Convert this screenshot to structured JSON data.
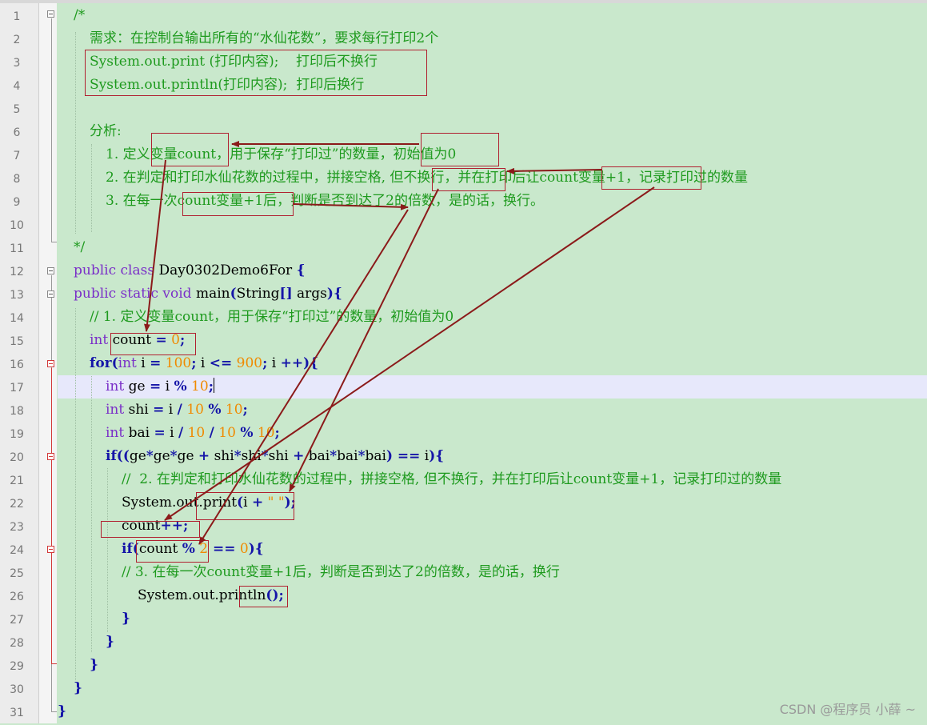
{
  "editor": {
    "lines": [
      {
        "no": "1",
        "text": "/*"
      },
      {
        "no": "2",
        "text": "需求：在控制台输出所有的“水仙花数”，要求每行打印2个"
      },
      {
        "no": "3",
        "text": "System.out.print (打印内容);    打印后不换行"
      },
      {
        "no": "4",
        "text": "System.out.println(打印内容);  打印后换行"
      },
      {
        "no": "5",
        "text": ""
      },
      {
        "no": "6",
        "text": "分析:"
      },
      {
        "no": "7",
        "text": "1. 定义变量count，用于保存“打印过”的数量，初始值为0"
      },
      {
        "no": "8",
        "text": "2. 在判定和打印水仙花数的过程中，拼接空格, 但不换行，并在打印后让count变量+1，记录打印过的数量"
      },
      {
        "no": "9",
        "text": "3. 在每一次count变量+1后，判断是否到达了2的倍数，是的话，换行。"
      },
      {
        "no": "10",
        "text": ""
      },
      {
        "no": "11",
        "text": "*/"
      },
      {
        "no": "12",
        "k1": "public class",
        "t1": " Day0302Demo6For ",
        "p1": "{"
      },
      {
        "no": "13",
        "k1": "public static void",
        "t1": " main",
        "p1": "(",
        "t2": "String",
        "p2": "[]",
        "t3": " args",
        "p3": "){"
      },
      {
        "no": "14",
        "text": "// 1. 定义变量count，用于保存“打印过”的数量，初始值为0"
      },
      {
        "no": "15",
        "k1": "int",
        "t1": " count ",
        "p1": "=",
        "n1": " 0",
        "p2": ";"
      },
      {
        "no": "16",
        "k1": "for",
        "p1": "(",
        "k2": "int",
        "t1": " i ",
        "p2": "=",
        "n1": " 100",
        "p3": ";",
        "t2": " i ",
        "p4": "<=",
        "n2": " 900",
        "p5": ";",
        "t3": " i ",
        "p6": "++){"
      },
      {
        "no": "17",
        "k1": "int",
        "t1": " ge ",
        "p1": "=",
        "t2": " i ",
        "p2": "%",
        "n1": " 10",
        "p3": ";"
      },
      {
        "no": "18",
        "k1": "int",
        "t1": " shi ",
        "p1": "=",
        "t2": " i ",
        "p2": "/",
        "n1": " 10 ",
        "p3": "%",
        "n2": " 10",
        "p4": ";"
      },
      {
        "no": "19",
        "k1": "int",
        "t1": " bai ",
        "p1": "=",
        "t2": " i ",
        "p2": "/",
        "n1": " 10 ",
        "p3": "/",
        "n2": " 10 ",
        "p4": "%",
        "n3": " 10",
        "p5": ";"
      },
      {
        "no": "20",
        "k1": "if",
        "p1": "((",
        "t1": "ge",
        "p2": "*",
        "t2": "ge",
        "p3": "*",
        "t3": "ge ",
        "p4": "+",
        "t4": " shi",
        "p5": "*",
        "t5": "shi",
        "p6": "*",
        "t6": "shi ",
        "p7": "+",
        "t7": " bai",
        "p8": "*",
        "t8": "bai",
        "p9": "*",
        "t9": "bai",
        "p10": ") ==",
        "t10": " i",
        "p11": "){"
      },
      {
        "no": "21",
        "text": "//  2. 在判定和打印水仙花数的过程中，拼接空格, 但不换行，并在打印后让count变量+1，记录打印过的数量"
      },
      {
        "no": "22",
        "t1": "System.out.print",
        "p1": "(",
        "t2": "i ",
        "p2": "+",
        "s1": " \" \"",
        "p3": ");"
      },
      {
        "no": "23",
        "t1": "count",
        "p1": "++;"
      },
      {
        "no": "24",
        "k1": "if",
        "p1": "(",
        "t1": "count ",
        "p2": "%",
        "n1": " 2",
        "p3": " ==",
        "n2": " 0",
        "p4": "){"
      },
      {
        "no": "25",
        "text": "// 3. 在每一次count变量+1后，判断是否到达了2的倍数，是的话，换行"
      },
      {
        "no": "26",
        "t1": "System.out.println",
        "p1": "();"
      },
      {
        "no": "27",
        "p1": "}"
      },
      {
        "no": "28",
        "p1": "}"
      },
      {
        "no": "29",
        "p1": "}"
      },
      {
        "no": "30",
        "p1": "}"
      },
      {
        "no": "31",
        "p1": "}"
      }
    ]
  },
  "watermark": "CSDN @程序员 小薛 ~",
  "colors": {
    "background": "#c9e8cc",
    "current_line": "#e7e8fb",
    "comment": "#1e9a1e",
    "keyword": "#7a2fc8",
    "keyword_bold": "#1515a8",
    "number": "#f08a00",
    "annotation": "#8b1a1a"
  }
}
